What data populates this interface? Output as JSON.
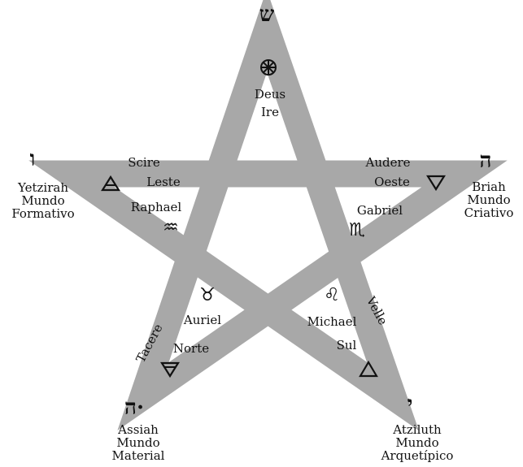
{
  "colors": {
    "star": "#a8a8a8",
    "ink": "#111111",
    "background": "#ffffff"
  },
  "top": {
    "letter": "ש",
    "symbol_icon": "spirit-wheel-icon",
    "lines": [
      "Deus",
      "Ire"
    ]
  },
  "left_point": {
    "letter": "ו",
    "caption": [
      "Yetzirah",
      "Mundo",
      "Formativo"
    ]
  },
  "right_point": {
    "letter": "ה",
    "caption": [
      "Briah",
      "Mundo",
      "Criativo"
    ]
  },
  "bottom_left_point": {
    "letter": "ה·",
    "caption": [
      "Assiah",
      "Mundo",
      "Material"
    ]
  },
  "bottom_right_point": {
    "letter": "י",
    "caption": [
      "Atziluth",
      "Mundo",
      "Arquetípico"
    ]
  },
  "east": {
    "verb": "Scire",
    "direction": "Leste",
    "archangel": "Raphael",
    "sign": "♒",
    "sign_icon": "aquarius-icon",
    "element_icon": "air-triangle-icon"
  },
  "west": {
    "verb": "Audere",
    "direction": "Oeste",
    "archangel": "Gabriel",
    "sign": "♏",
    "sign_icon": "scorpio-icon",
    "element_icon": "water-triangle-icon"
  },
  "north": {
    "verb": "Tacere",
    "direction": "Norte",
    "archangel": "Auriel",
    "sign": "♉",
    "sign_icon": "taurus-icon",
    "element_icon": "earth-triangle-icon"
  },
  "south": {
    "verb": "Velle",
    "direction": "Sul",
    "archangel": "Michael",
    "sign": "♌",
    "sign_icon": "leo-icon",
    "element_icon": "fire-triangle-icon"
  }
}
